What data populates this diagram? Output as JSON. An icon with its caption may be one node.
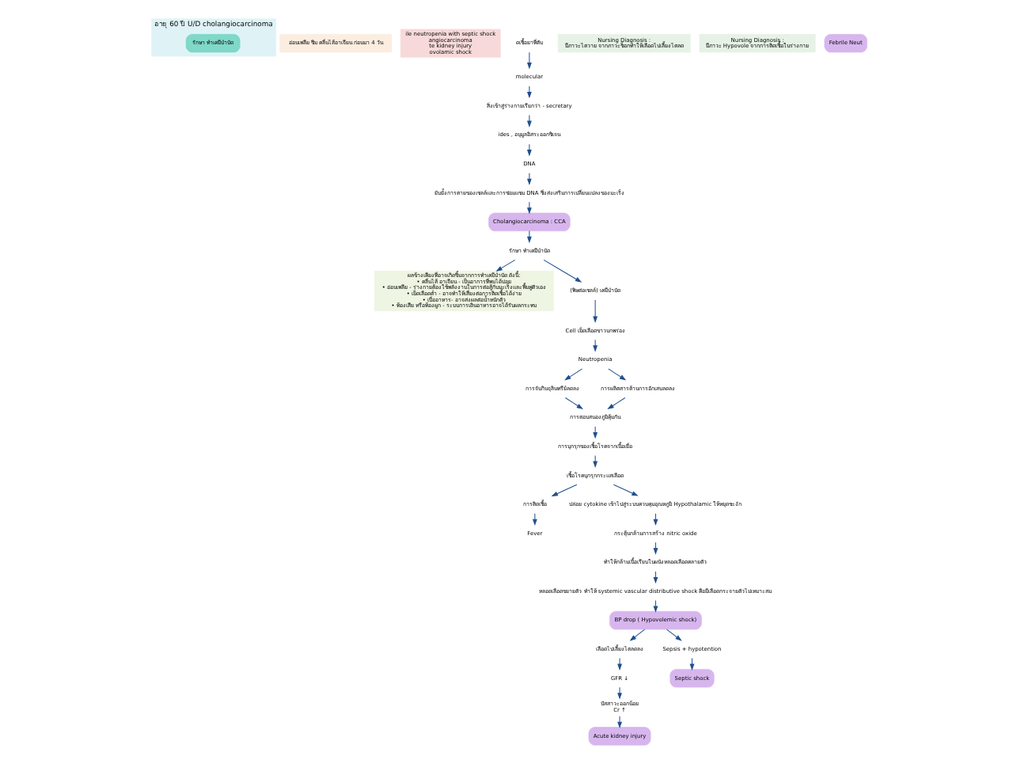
{
  "diagram": {
    "nodes": [
      {
        "text": [
          "อายุ 60 ปี U/D cholangiocarcinoma"
        ]
      },
      {
        "text": [
          "รักษา ทำเคมีบำบัด"
        ],
        "in": 0
      },
      {
        "text": [
          "อ่อนเพลีย ซึม คลื่นไส้อาเจียน ก่อนมา 4 วัน"
        ]
      },
      {
        "text": [
          "ile neutropenia with septic shock",
          "angiocarcinoma",
          "te kidney injury",
          "ovolamic shock"
        ]
      },
      {
        "text": [
          "ดเชื้อยาที่ตับ"
        ]
      },
      {
        "text": [
          "molecular"
        ]
      },
      {
        "text": [
          "สิ่งเข้าสู่ร่างกายเรียกว่า - secretary"
        ]
      },
      {
        "text": [
          "ides , อนุมูลอิสระออกซิเจน"
        ]
      },
      {
        "text": [
          "DNA"
        ]
      },
      {
        "text": [
          "ยับยั้งการตายของเซลล์และการซ่อมแซม DNA ซึ่งส่งเสริมการเปลี่ยนแปลงของมะเร็ง"
        ]
      },
      {
        "text": [
          "Cholangiocarcinoma : CCA"
        ]
      },
      {
        "text": [
          "รักษา ทำเคมีบำบัด"
        ]
      },
      {
        "text": [
          "ผลข้างเคียงที่อาจเกิดขึ้นจากการทำเคมีบำบัด ดังนี้:",
          "• คลื่นไส้ อาเจียน - เป็นอาการที่พบได้บ่อย",
          "• อ่อนเพลีย - ร่างกายต้องใช้พลังงานในการต่อสู้กับมะเร็งและฟื้นฟูตัวเอง",
          "• เม็ดเลือดต่ำ - อาจทำให้เสี่ยงต่อการติดเชื้อได้ง่าย",
          "• เบื่ออาหาร- อาจส่งผลต่อน้ำหนักตัว",
          "• ท้องเสีย หรือท้องผูก - ระบบการเดินอาหารอาจได้รับผลกระทบ"
        ]
      },
      {
        "text": [
          "(พิษต่อเซลล์) เคมีบำบัด"
        ]
      },
      {
        "text": [
          "Cell เม็ดเลือดขาวบกพร่อง"
        ]
      },
      {
        "text": [
          "Neutropenia"
        ]
      },
      {
        "text": [
          "การจับกินจุลินทรีย์ลดลง"
        ]
      },
      {
        "text": [
          "การผลิตสารต้านการอักเสบลดลง"
        ]
      },
      {
        "text": [
          "การตอบสนองภูมิคุ้มกัน"
        ]
      },
      {
        "text": [
          "การบุกรุกของเชื้อโรคจากเนื้อเยื่อ"
        ]
      },
      {
        "text": [
          "เชื้อโรคบุกรุกกระแสเลือด"
        ]
      },
      {
        "text": [
          "การติดเชื้อ"
        ]
      },
      {
        "text": [
          "Fever"
        ]
      },
      {
        "text": [
          "ปล่อย cytokine เข้าไปสู่ระบบควบคุมอุณหภูมิ Hypothalamic ให้หยุดชะงัก"
        ]
      },
      {
        "text": [
          "กระตุ้นกล้ามการสร้าง nitric oxide"
        ]
      },
      {
        "text": [
          "ทำให้กล้ามเนื้อเรียบในผนังหลอดเลือดคลายตัว"
        ]
      },
      {
        "text": [
          "หลอดเลือดขยายตัว ทำให้ systemic vascular distributive shock คือมีเลือดกระจายตัวไม่เหมาะสม"
        ]
      },
      {
        "text": [
          "BP drop ( Hypovolemic shock)"
        ]
      },
      {
        "text": [
          "เลือดไปเลี้ยงไตลดลง"
        ]
      },
      {
        "text": [
          "GFR ↓"
        ]
      },
      {
        "text": [
          "ปัสสาวะออกน้อย",
          "Cr ↑"
        ]
      },
      {
        "text": [
          "Acute kidney injury"
        ]
      },
      {
        "text": [
          "Nursing Diagnosis :",
          "มีภาวะไตวาย จากภาวะช็อกทำให้เลือดไปเลี้ยงไตลด"
        ]
      },
      {
        "text": [
          "Sepsis + hypotention"
        ]
      },
      {
        "text": [
          "Septic shock"
        ]
      },
      {
        "text": [
          "Nursing Diagnosis :",
          "มีภาวะ Hypovole จากการติดเชื้อในร่างกาย"
        ]
      },
      {
        "text": [
          "Febrile Neut"
        ]
      }
    ],
    "edges": [
      {
        "from": 4,
        "to": 5,
        "arrow": "to"
      },
      {
        "from": 5,
        "to": 6,
        "arrow": "to"
      },
      {
        "from": 6,
        "to": 7,
        "arrow": "to"
      },
      {
        "from": 7,
        "to": 8,
        "arrow": "to"
      },
      {
        "from": 8,
        "to": 9,
        "arrow": "to"
      },
      {
        "from": 9,
        "to": 10,
        "arrow": "to"
      },
      {
        "from": 10,
        "to": 11,
        "arrow": "to"
      },
      {
        "from": 11,
        "to": 12,
        "arrow": "to"
      },
      {
        "from": 11,
        "to": 13,
        "arrow": "to"
      },
      {
        "from": 13,
        "to": 14,
        "arrow": "to"
      },
      {
        "from": 14,
        "to": 15,
        "arrow": "to"
      },
      {
        "from": 15,
        "to": 16,
        "arrow": "to"
      },
      {
        "from": 15,
        "to": 17,
        "arrow": "to"
      },
      {
        "from": 16,
        "to": 18,
        "arrow": "to"
      },
      {
        "from": 17,
        "to": 18,
        "arrow": "to"
      },
      {
        "from": 18,
        "to": 19,
        "arrow": "to"
      },
      {
        "from": 19,
        "to": 20,
        "arrow": "to"
      },
      {
        "from": 20,
        "to": 21,
        "arrow": "to"
      },
      {
        "from": 21,
        "to": 22,
        "arrow": "to"
      },
      {
        "from": 20,
        "to": 23,
        "arrow": "to"
      },
      {
        "from": 23,
        "to": 24,
        "arrow": "to"
      },
      {
        "from": 24,
        "to": 25,
        "arrow": "to"
      },
      {
        "from": 25,
        "to": 26,
        "arrow": "to"
      },
      {
        "from": 26,
        "to": 27,
        "arrow": "to"
      },
      {
        "from": 27,
        "to": 28,
        "arrow": "to"
      },
      {
        "from": 28,
        "to": 29,
        "arrow": "to"
      },
      {
        "from": 29,
        "to": 30,
        "arrow": "to"
      },
      {
        "from": 30,
        "to": 31,
        "arrow": "to"
      },
      {
        "from": 27,
        "to": 33,
        "arrow": "to"
      },
      {
        "from": 33,
        "to": 34,
        "arrow": "to"
      }
    ]
  }
}
